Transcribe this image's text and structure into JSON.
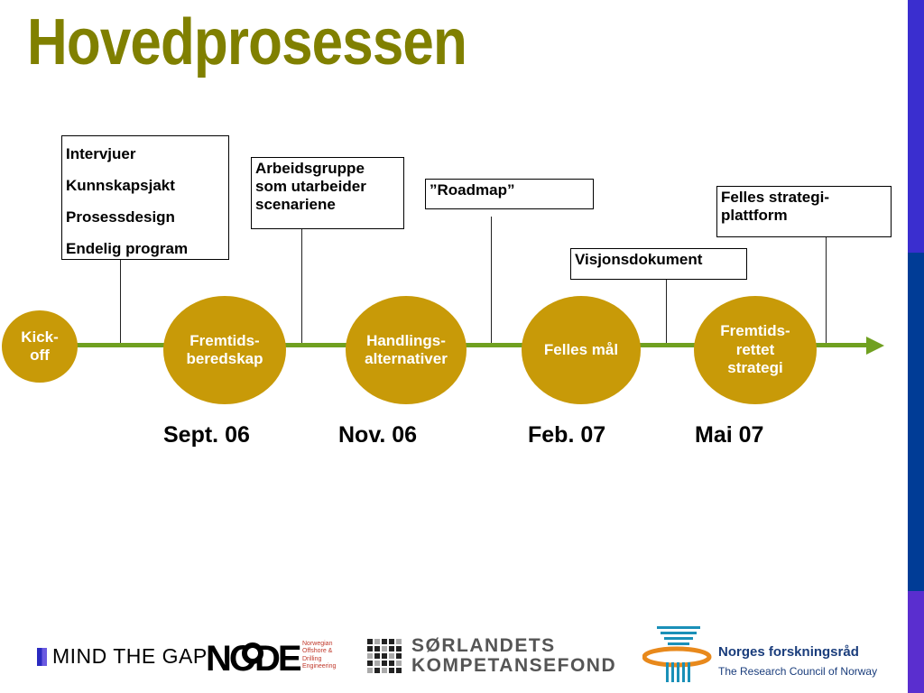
{
  "slide": {
    "title": "Hovedprosessen",
    "title_color": "#808000",
    "accent_bar_colors": [
      "#3a2ecf",
      "#003c96",
      "#5a2ecf"
    ]
  },
  "timeline": {
    "line_color": "#70a020",
    "node_color": "#c89a08"
  },
  "nodes": [
    {
      "lines": [
        "Kick-",
        "off"
      ]
    },
    {
      "lines": [
        "Fremtids-",
        "beredskap"
      ]
    },
    {
      "lines": [
        "Handlings-",
        "alternativer"
      ]
    },
    {
      "lines": [
        "Felles mål"
      ]
    },
    {
      "lines": [
        "Fremtids-",
        "rettet",
        "strategi"
      ]
    }
  ],
  "dates": [
    "Sept. 06",
    "Nov. 06",
    "Feb. 07",
    "Mai 07"
  ],
  "boxes": [
    {
      "lines": [
        "Intervjuer",
        "Kunnskapsjakt",
        "Prosessdesign",
        "Endelig program"
      ]
    },
    {
      "lines": [
        "Arbeidsgruppe",
        "som utarbeider",
        "scenariene"
      ]
    },
    {
      "lines": [
        "”Roadmap”"
      ]
    },
    {
      "lines": [
        "Visjonsdokument"
      ]
    },
    {
      "lines": [
        "Felles strategi-",
        "plattform"
      ]
    }
  ],
  "logos": {
    "mind_the_gap": "MIND THE GAP",
    "node": "NODE",
    "node_sub": [
      "Norwegian",
      "Offshore &",
      "Drilling",
      "Engineering"
    ],
    "sorlandets": [
      "SØRLANDETS",
      "KOMPETANSEFOND"
    ],
    "nfr_name": "Norges forskningsråd",
    "nfr_en": "The Research Council of Norway"
  }
}
